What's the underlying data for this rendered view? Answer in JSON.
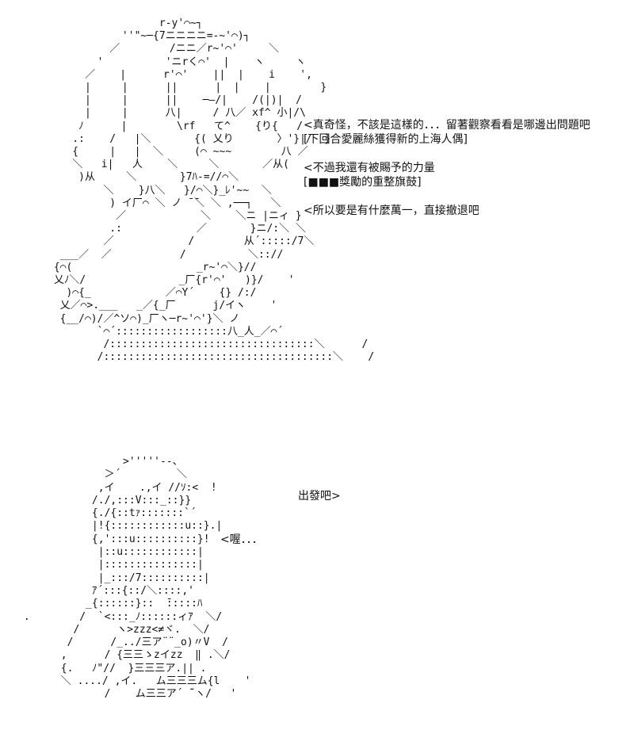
{
  "ascii_art": {
    "top": "                  r-y'⌒~┐\n            ''\"~─{7ニニニニ=-~'⌒)┐\n          ／        /ニニ／r~'⌒'     ＼\n        '          'ニrく⌒'  |    ヽ     ヽ\n      ／    |      r'⌒'    ||  |    i    ',\n      |     |      ||      |  |    |        }\n      |     |      ||    ─―/|    /(|)|  /\n      |     |      八|     / 八／ xf^ 小|/\\\n     ﾉ      |        \\rf   て^    {り{   /\n    .:    /   |＼       {( 乂り       〉'}|/  }\n    {     |   |  ＼     (⌒ ~~~        八 ／\n    ＼   i|   人    ＼     ＼       ／从(\n     )从     ＼       }7ﾊ‐=//⌒＼\n         ＼    }八＼   }/⌒＼}_ﾚ'~~  ＼\n          ) イ厂⌒ ＼ ノ ̄ ̄＼ ＼ ,──┐   ＼\n           ／            ＼    ＼ニ |ニィ }\n          .:            ／       }ニ/:＼ ＼\n         ／            /        从´:::::/7＼\n  ___／  ／           /          ＼::// \n {⌒(                    _r~'⌒＼}//\n 乂ﾉ＼/               _厂{r'⌒'   )}/    '\n   )⌒{_            ／⌒Y´    {} /:/\n  乂／⌒>.___   _／{_厂      j/イヽ    '\n  {__/⌒)/／^ソ⌒)_厂ヽ─r~'⌒'}＼ ノ\n        `⌒´::::::::::::::::::八_人_／⌒´\n         /:::::::::::::::::::::::::::::::::＼      /\n        /:::::::::::::::::::::::::::::::::::::＼    /",
    "bottom": "                 >'''''‐-、\n              ＞´         ＼\n             ,イ    .,イ //ｿ:<  !\n            /./,:::V:::_::}}\n            {./{::tｧ:::::::`´\n            |!{::::::::::::u::}.|\n            {,':::u::::::::::}!\n             |::u::::::::::::|\n             |:::::::::::::::|\n             |_:::/7::::::::::|\n            ｱ´:::{::/＼::::,'\n           _{::::::}::  ̄:::::ﾊ\n .        /  `<:::_ﾉ::::::ィｱ  ＼/\n         /      ヽ>zzz<≠ヾ.  ＼/\n        /      /_../三ア¨¨_o)〃V  /\n       ,      / {三三ゝzイzz  ‖ .＼/\n       {.   ﾉ\"//  }三三三ア.|| .\n       ＼ ..../ ,イ.   ム三三三ム{l    '\n              /    ム三三ア´ ̄¨ヽ/   '"
  },
  "dialogue": {
    "line1": "<真奇怪，不該是這樣的．．．留著觀察看看是哪邊出問題吧",
    "line2": "[下回合愛麗絲獲得新的上海人偶]",
    "line3": "<不過我還有被賜予的力量",
    "line4": "[■■■獎勵的重整旗鼓]",
    "line5": "<所以要是有什麼萬一，直接撤退吧",
    "line6": "出發吧>",
    "line7": "<喔．．．"
  }
}
